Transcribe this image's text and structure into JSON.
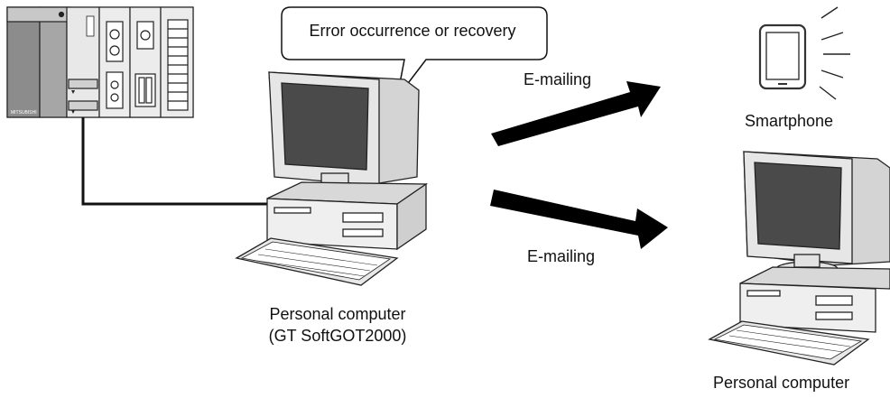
{
  "bubble": {
    "text": "Error occurrence or recovery"
  },
  "arrows": [
    {
      "label": "E-mailing"
    },
    {
      "label": "E-mailing"
    }
  ],
  "devices": {
    "plc": {
      "brand_text": "MITSUBISHI"
    },
    "source_pc": {
      "label_line1": "Personal computer",
      "label_line2": "(GT SoftGOT2000)"
    },
    "smartphone": {
      "label": "Smartphone"
    },
    "target_pc": {
      "label": "Personal computer"
    }
  }
}
